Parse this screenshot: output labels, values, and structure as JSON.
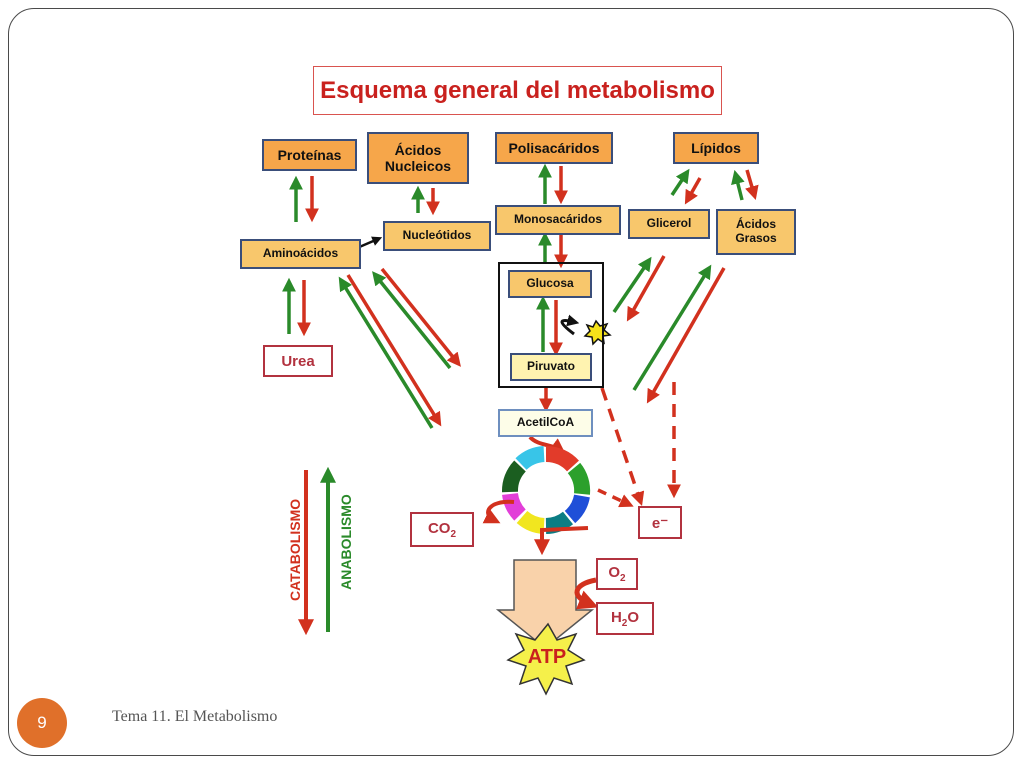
{
  "slide": {
    "title": "Esquema general del metabolismo",
    "page_number": "9",
    "footer": "Tema 11. El Metabolismo"
  },
  "macromolecules": {
    "proteinas": "Proteínas",
    "acidos_nucleicos": "Ácidos Nucleicos",
    "polisacaridos": "Polisacáridos",
    "lipidos": "Lípidos"
  },
  "monomers": {
    "aminoacidos": "Aminoácidos",
    "nucleotidos": "Nucleótidos",
    "monosacaridos": "Monosacáridos",
    "glicerol": "Glicerol",
    "acidos_grasos": "Ácidos Grasos"
  },
  "glycolysis": {
    "glucosa": "Glucosa",
    "piruvato": "Piruvato",
    "acetilcoa": "AcetilCoA"
  },
  "products": {
    "urea": "Urea",
    "co2": "CO",
    "co2_sub": "2",
    "electrons": "e⁻",
    "o2": "O",
    "o2_sub": "2",
    "h2o_h": "H",
    "h2o_sub": "2",
    "h2o_o": "O",
    "atp": "ATP"
  },
  "legend": {
    "catabolismo": "CATABOLISMO",
    "anabolismo": "ANABOLISMO"
  },
  "colors": {
    "catabolism": "#d2311e",
    "anabolism": "#2a8a2a",
    "title": "#c9211e",
    "box_orange": "#f6a64a",
    "box_pale": "#fff3b0",
    "badge": "#e0702a"
  }
}
